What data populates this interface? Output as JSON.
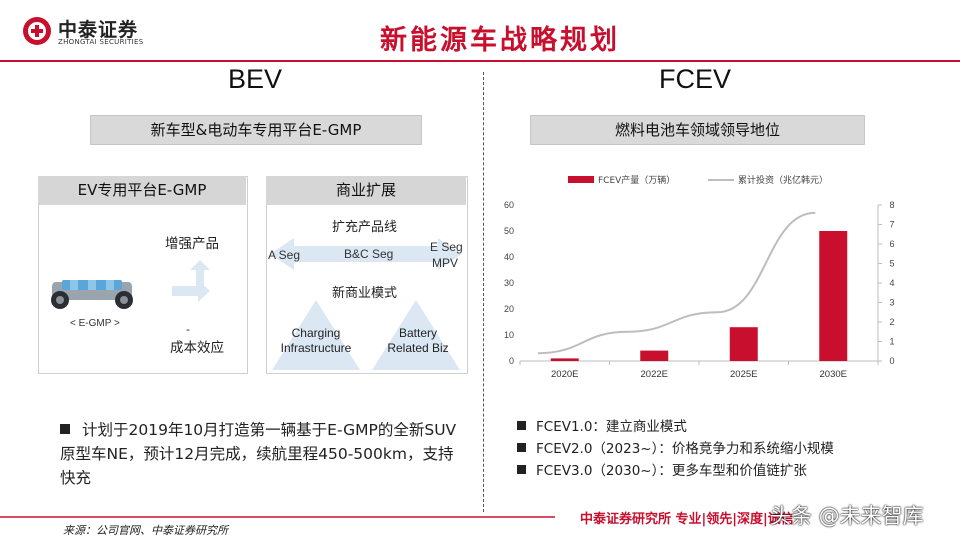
{
  "header": {
    "company_cn": "中泰证券",
    "company_en": "ZHONGTAI SECURITIES",
    "title": "新能源车战略规划"
  },
  "bev": {
    "heading": "BEV",
    "banner": "新车型&电动车专用平台E-GMP",
    "panel_platform": {
      "title": "EV专用平台E-GMP",
      "caption": "< E-GMP >",
      "effect_up": "增强产品",
      "dash": "-",
      "effect_down": "成本效应"
    },
    "panel_business": {
      "title": "商业扩展",
      "lineup_label": "扩充产品线",
      "seg_left": "A Seg",
      "seg_mid": "B&C Seg",
      "seg_right_1": "E Seg",
      "seg_right_2": "MPV",
      "model_label": "新商业模式",
      "tri_left_1": "Charging",
      "tri_left_2": "Infrastructure",
      "tri_right_1": "Battery",
      "tri_right_2": "Related Biz"
    },
    "bullet": "计划于2019年10月打造第一辆基于E-GMP的全新SUV原型车NE，预计12月完成，续航里程450-500km，支持快充"
  },
  "fcev": {
    "heading": "FCEV",
    "banner": "燃料电池车领域领导地位",
    "list": [
      "FCEV1.0：建立商业模式",
      "FCEV2.0（2023~）：价格竞争力和系统缩小规模",
      "FCEV3.0（2030~）：更多车型和价值链扩张"
    ]
  },
  "chart_data": {
    "type": "bar",
    "categories": [
      "2020E",
      "2022E",
      "2025E",
      "2030E"
    ],
    "series": [
      {
        "name": "FCEV产量（万辆）",
        "type": "bar",
        "axis": "left",
        "color": "#c8102e",
        "values": [
          1,
          4,
          13,
          50
        ]
      },
      {
        "name": "累计投资（兆亿韩元）",
        "type": "line",
        "axis": "right",
        "color": "#bdbdbd",
        "values": [
          0.4,
          1.5,
          2.5,
          7.6
        ]
      }
    ],
    "y_left": {
      "min": 0,
      "max": 60,
      "ticks": [
        0,
        10,
        20,
        30,
        40,
        50,
        60
      ]
    },
    "y_right": {
      "min": 0,
      "max": 8,
      "ticks": [
        0,
        1,
        2,
        3,
        4,
        5,
        6,
        7,
        8
      ]
    },
    "legend_position": "top",
    "grid": false
  },
  "footer": {
    "source": "来源：公司官网、中泰证券研究所",
    "brand": "中泰证券研究所 专业|领先|深度|诚信",
    "watermark": "头条 @未来智库"
  }
}
